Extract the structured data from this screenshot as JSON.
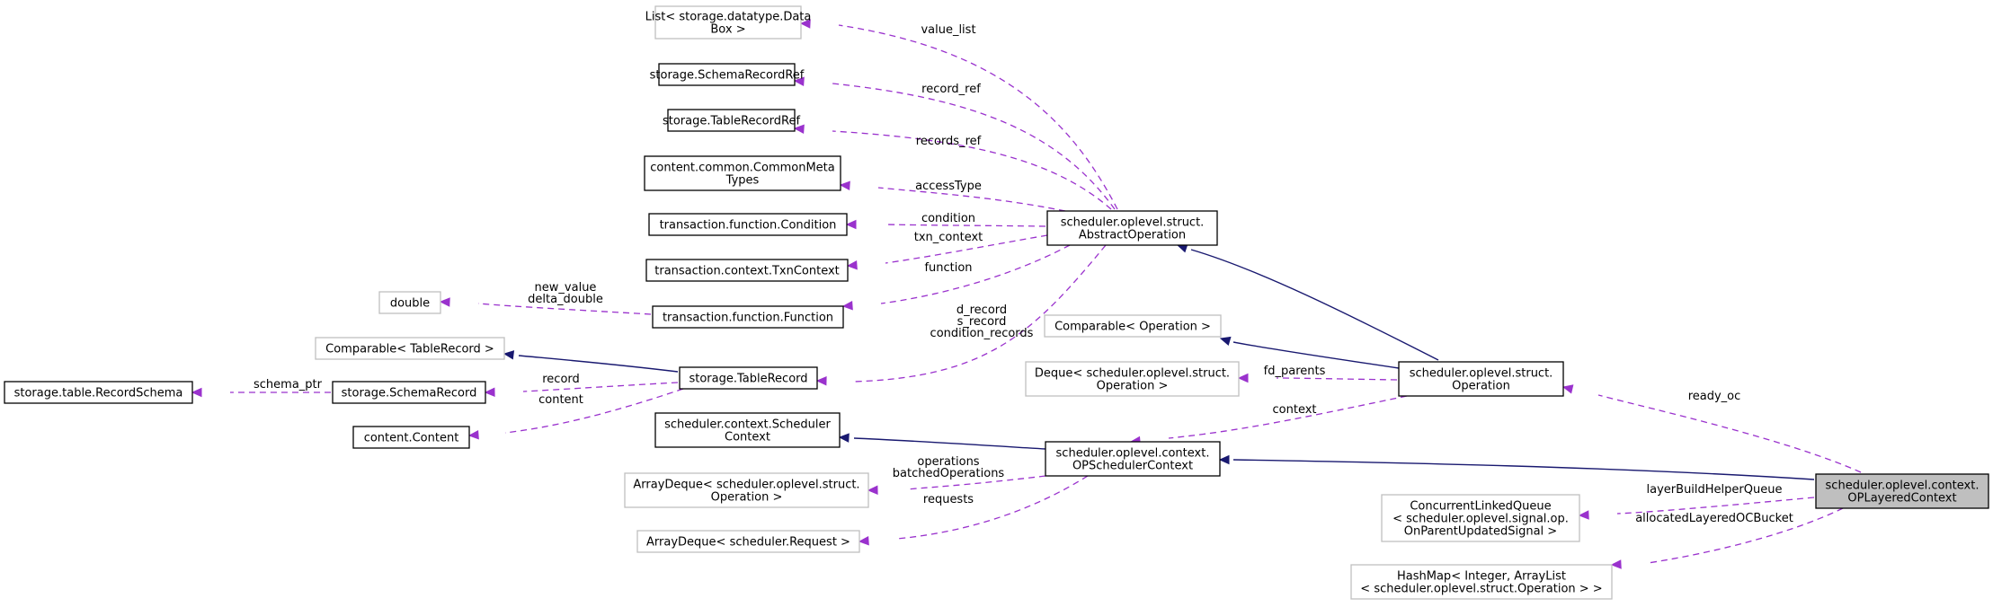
{
  "nodes": {
    "list_databox": [
      "List< storage.datatype.Data",
      "Box >"
    ],
    "schema_record_ref": [
      "storage.SchemaRecordRef"
    ],
    "table_record_ref": [
      "storage.TableRecordRef"
    ],
    "common_meta_types": [
      "content.common.CommonMeta",
      "Types"
    ],
    "condition": [
      "transaction.function.Condition"
    ],
    "txn_context": [
      "transaction.context.TxnContext"
    ],
    "double": [
      "double"
    ],
    "function": [
      "transaction.function.Function"
    ],
    "comparable_table_record": [
      "Comparable< TableRecord >"
    ],
    "record_schema": [
      "storage.table.RecordSchema"
    ],
    "schema_record": [
      "storage.SchemaRecord"
    ],
    "table_record": [
      "storage.TableRecord"
    ],
    "content": [
      "content.Content"
    ],
    "scheduler_context": [
      "scheduler.context.Scheduler",
      "Context"
    ],
    "array_deque_operation": [
      "ArrayDeque< scheduler.oplevel.struct.",
      "Operation >"
    ],
    "array_deque_request": [
      "ArrayDeque< scheduler.Request >"
    ],
    "abstract_operation": [
      "scheduler.oplevel.struct.",
      "AbstractOperation"
    ],
    "comparable_operation": [
      "Comparable< Operation >"
    ],
    "deque_operation": [
      "Deque< scheduler.oplevel.struct.",
      "Operation >"
    ],
    "op_scheduler_context": [
      "scheduler.oplevel.context.",
      "OPSchedulerContext"
    ],
    "operation": [
      "scheduler.oplevel.struct.",
      "Operation"
    ],
    "concurrent_linked_queue": [
      "ConcurrentLinkedQueue",
      "< scheduler.oplevel.signal.op.",
      "OnParentUpdatedSignal >"
    ],
    "hash_map": [
      "HashMap< Integer, ArrayList",
      "< scheduler.oplevel.struct.Operation > >"
    ],
    "op_layered_context": [
      "scheduler.oplevel.context.",
      "OPLayeredContext"
    ]
  },
  "edges": {
    "value_list": [
      "value_list"
    ],
    "record_ref": [
      "record_ref"
    ],
    "records_ref": [
      "records_ref"
    ],
    "access_type": [
      "accessType"
    ],
    "condition": [
      "condition"
    ],
    "txn_context": [
      "txn_context"
    ],
    "function": [
      "function"
    ],
    "value_double": [
      "new_value",
      "delta_double"
    ],
    "records": [
      "d_record",
      "s_record",
      "condition_records"
    ],
    "schema_ptr": [
      "schema_ptr"
    ],
    "record": [
      "record"
    ],
    "content": [
      "content"
    ],
    "fd_parents": [
      "fd_parents"
    ],
    "context": [
      "context"
    ],
    "operations": [
      "operations",
      "batchedOperations"
    ],
    "requests": [
      "requests"
    ],
    "ready_oc": [
      "ready_oc"
    ],
    "layer_build_helper_queue": [
      "layerBuildHelperQueue"
    ],
    "allocated_layered_oc_bucket": [
      "allocatedLayeredOCBucket"
    ]
  },
  "colors": {
    "dependency_edge": "#9a32cd",
    "inheritance_edge": "#191970",
    "focus_fill": "#bfbfbf",
    "strong_border": "#000000",
    "weak_border": "#bfbfbf"
  }
}
